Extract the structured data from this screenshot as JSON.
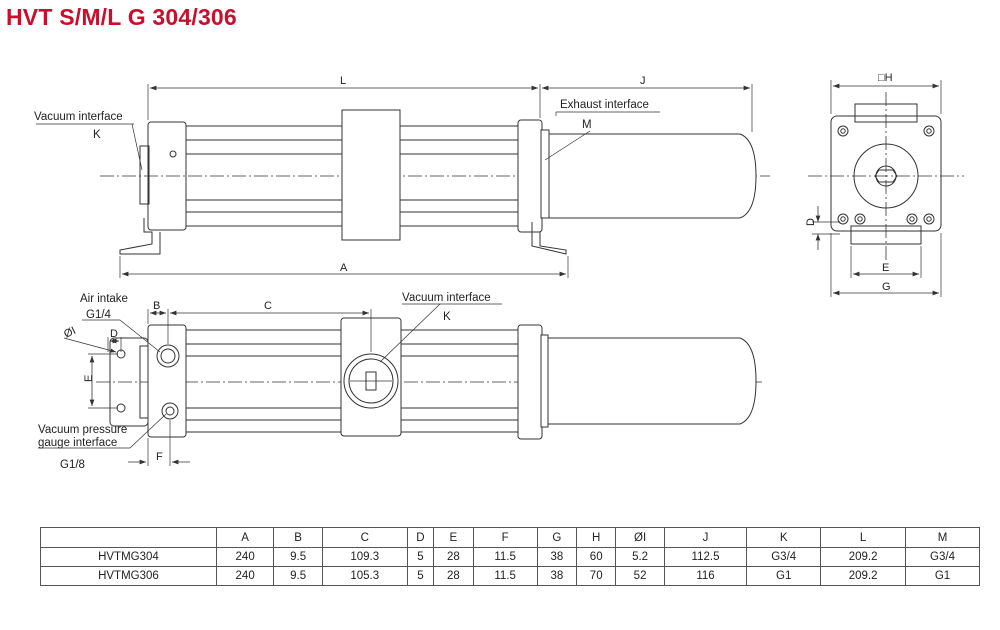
{
  "title": "HVT S/M/L G 304/306",
  "side_view": {
    "dim_L": "L",
    "dim_J": "J",
    "dim_A": "A",
    "vacuum_interface": "Vacuum interface",
    "vacuum_interface_code": "K",
    "exhaust_interface": "Exhaust interface",
    "exhaust_interface_code": "M"
  },
  "end_view": {
    "dim_H": "□H",
    "dim_D": "D",
    "dim_E": "E",
    "dim_G": "G"
  },
  "top_view": {
    "air_intake": "Air intake",
    "air_intake_thread": "G1/4",
    "dim_B": "B",
    "dim_C": "C",
    "dim_I": "ØI",
    "dim_D": "D",
    "dim_E": "E",
    "dim_F": "F",
    "vacuum_interface": "Vacuum interface",
    "vacuum_interface_code": "K",
    "gauge_line1": "Vacuum pressure",
    "gauge_line2": "gauge interface",
    "gauge_thread": "G1/8"
  },
  "table": {
    "headers": [
      "",
      "A",
      "B",
      "C",
      "D",
      "E",
      "F",
      "G",
      "H",
      "ØI",
      "J",
      "K",
      "L",
      "M"
    ],
    "rows": [
      [
        "HVTMG304",
        "240",
        "9.5",
        "109.3",
        "5",
        "28",
        "11.5",
        "38",
        "60",
        "5.2",
        "112.5",
        "G3/4",
        "209.2",
        "G3/4"
      ],
      [
        "HVTMG306",
        "240",
        "9.5",
        "105.3",
        "5",
        "28",
        "11.5",
        "38",
        "70",
        "52",
        "116",
        "G1",
        "209.2",
        "G1"
      ]
    ]
  }
}
